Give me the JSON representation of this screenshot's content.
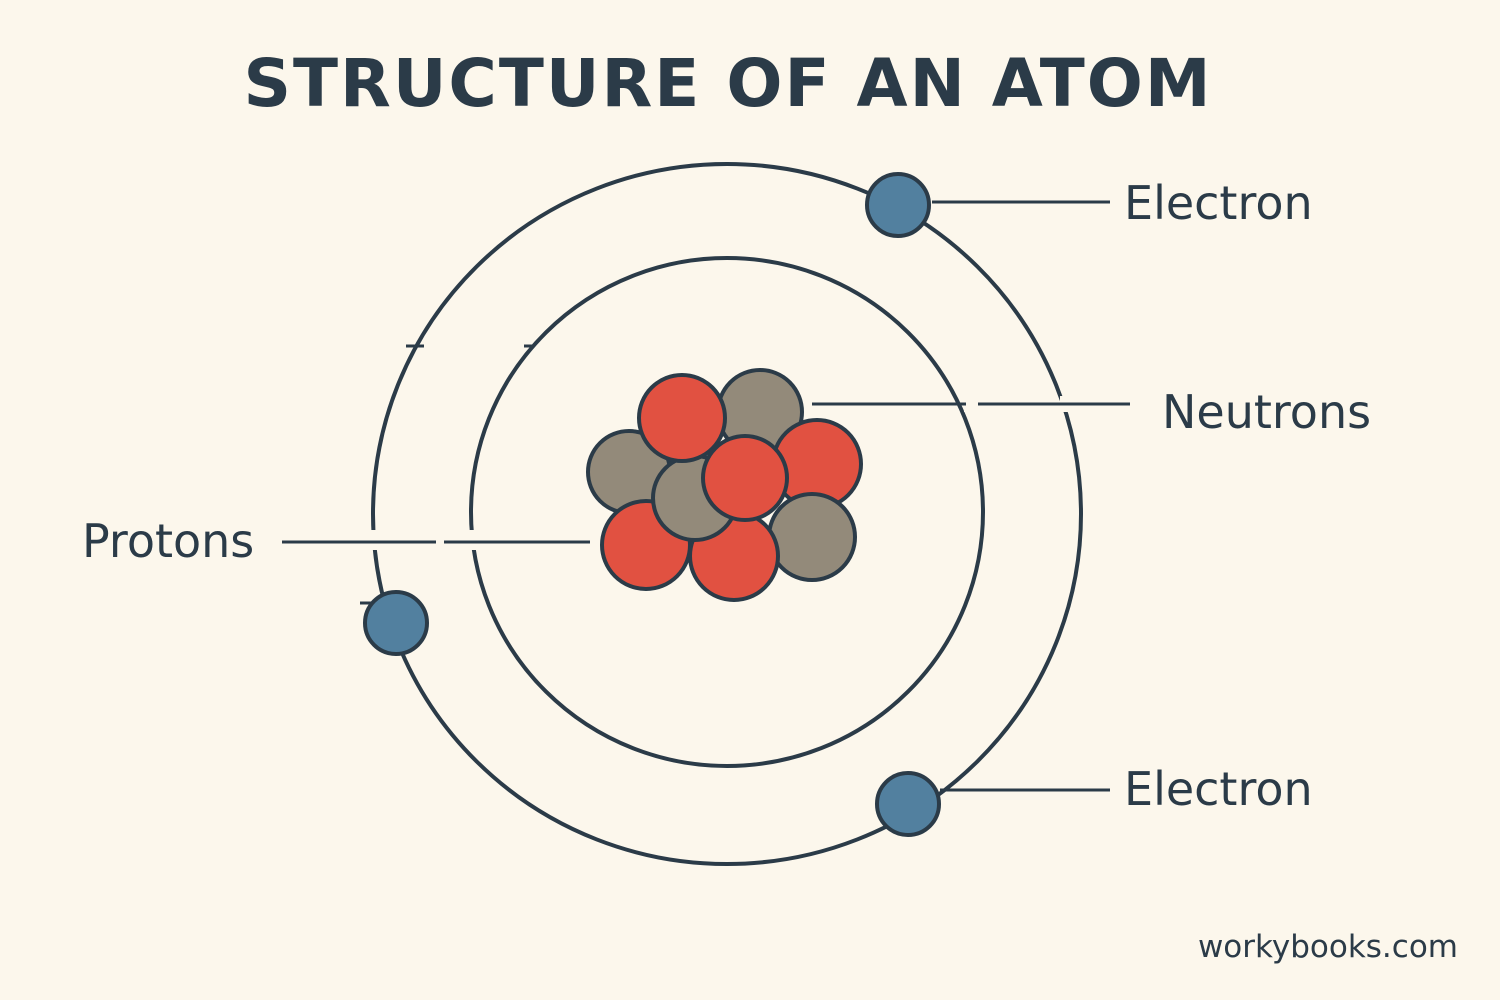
{
  "title": "STRUCTURE OF AN ATOM",
  "labels": {
    "electron_top": "Electron",
    "neutrons": "Neutrons",
    "protons": "Protons",
    "electron_bottom": "Electron"
  },
  "credit": "workybooks.com",
  "colors": {
    "background": "#fcf7ec",
    "ink": "#2b3b48",
    "proton": "#e15141",
    "neutron": "#938a7a",
    "electron": "#52809f"
  }
}
